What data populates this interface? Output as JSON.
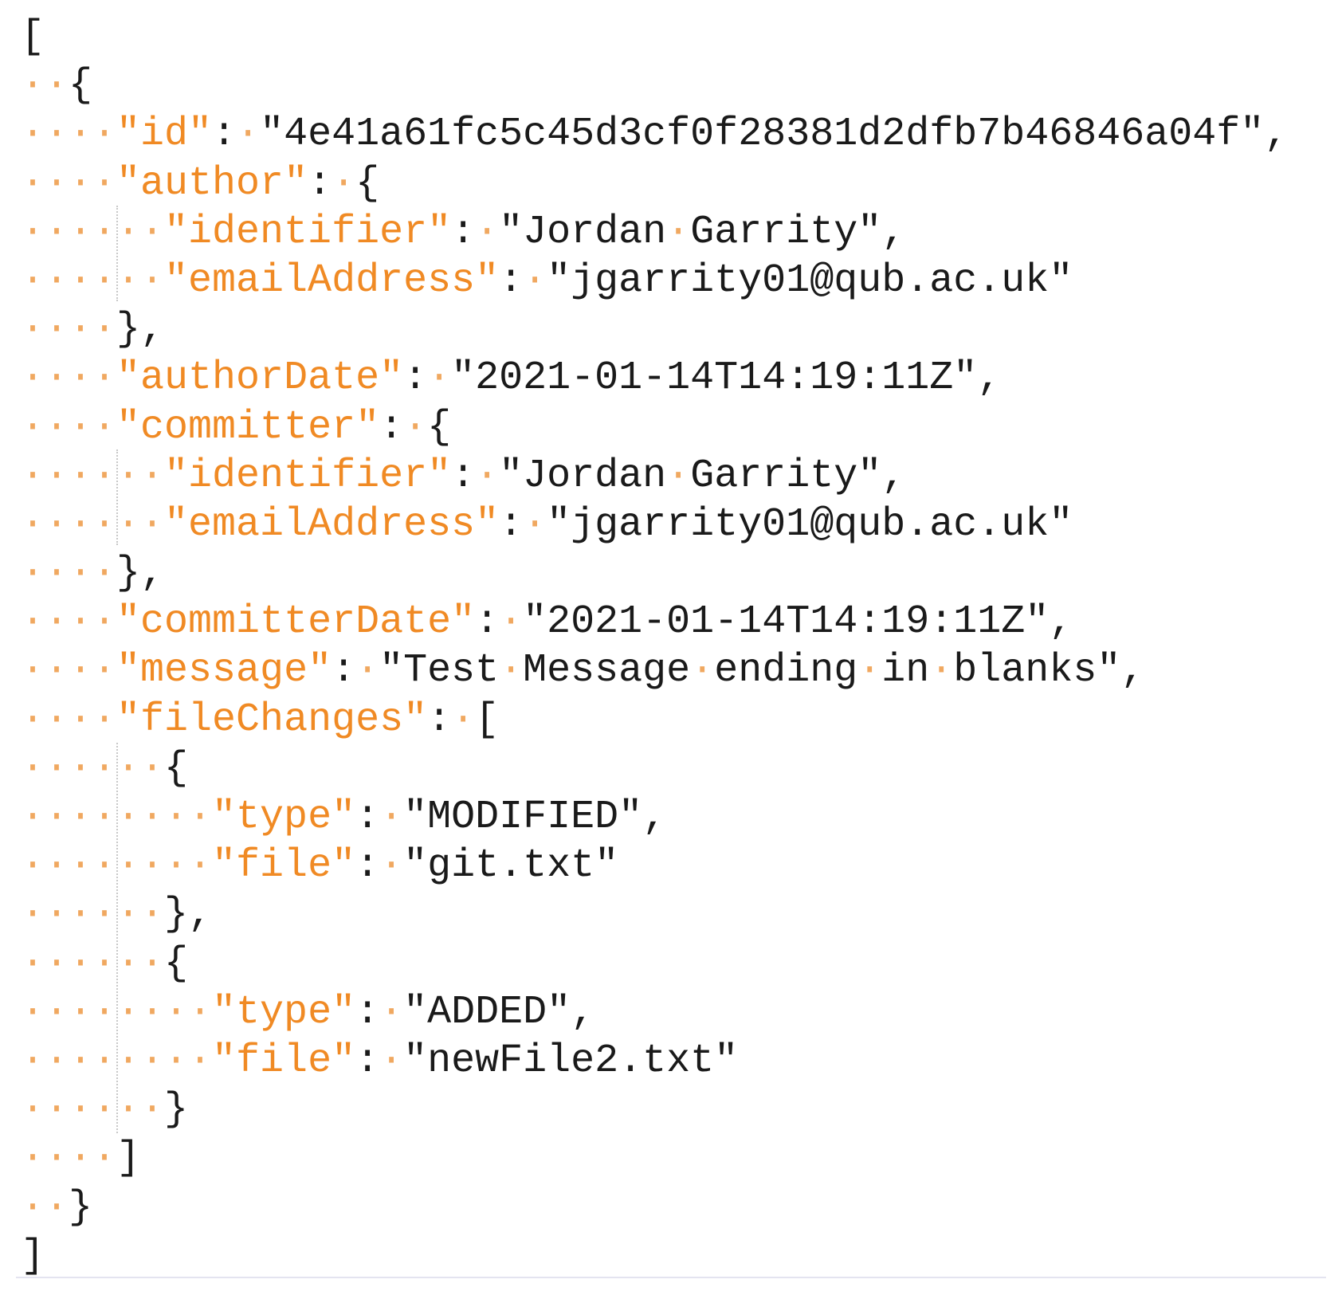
{
  "accent_colors": {
    "key": "#f08a24",
    "whitespace_marker": "#f0a860",
    "value": "#1a1a1a",
    "indent_guide": "#c8c8c8"
  },
  "whitespace_glyph": "·",
  "json_document": {
    "lines": [
      [
        {
          "t": "p",
          "v": "["
        }
      ],
      [
        {
          "t": "w",
          "v": "··"
        },
        {
          "t": "p",
          "v": "{"
        }
      ],
      [
        {
          "t": "w",
          "v": "····"
        },
        {
          "t": "k",
          "v": "\"id\""
        },
        {
          "t": "p",
          "v": ":"
        },
        {
          "t": "w",
          "v": "·"
        },
        {
          "t": "s",
          "v": "\"4e41a61fc5c45d3cf0f28381d2dfb7b46846a04f\""
        },
        {
          "t": "p",
          "v": ","
        }
      ],
      [
        {
          "t": "w",
          "v": "····"
        },
        {
          "t": "k",
          "v": "\"author\""
        },
        {
          "t": "p",
          "v": ":"
        },
        {
          "t": "w",
          "v": "·"
        },
        {
          "t": "p",
          "v": "{"
        }
      ],
      [
        {
          "t": "w",
          "v": "······"
        },
        {
          "t": "k",
          "v": "\"identifier\""
        },
        {
          "t": "p",
          "v": ":"
        },
        {
          "t": "w",
          "v": "·"
        },
        {
          "t": "s",
          "v": "\"Jordan"
        },
        {
          "t": "w",
          "v": "·"
        },
        {
          "t": "s",
          "v": "Garrity\""
        },
        {
          "t": "p",
          "v": ","
        }
      ],
      [
        {
          "t": "w",
          "v": "······"
        },
        {
          "t": "k",
          "v": "\"emailAddress\""
        },
        {
          "t": "p",
          "v": ":"
        },
        {
          "t": "w",
          "v": "·"
        },
        {
          "t": "s",
          "v": "\"jgarrity01@qub.ac.uk\""
        }
      ],
      [
        {
          "t": "w",
          "v": "····"
        },
        {
          "t": "p",
          "v": "},"
        }
      ],
      [
        {
          "t": "w",
          "v": "····"
        },
        {
          "t": "k",
          "v": "\"authorDate\""
        },
        {
          "t": "p",
          "v": ":"
        },
        {
          "t": "w",
          "v": "·"
        },
        {
          "t": "s",
          "v": "\"2021-01-14T14:19:11Z\""
        },
        {
          "t": "p",
          "v": ","
        }
      ],
      [
        {
          "t": "w",
          "v": "····"
        },
        {
          "t": "k",
          "v": "\"committer\""
        },
        {
          "t": "p",
          "v": ":"
        },
        {
          "t": "w",
          "v": "·"
        },
        {
          "t": "p",
          "v": "{"
        }
      ],
      [
        {
          "t": "w",
          "v": "······"
        },
        {
          "t": "k",
          "v": "\"identifier\""
        },
        {
          "t": "p",
          "v": ":"
        },
        {
          "t": "w",
          "v": "·"
        },
        {
          "t": "s",
          "v": "\"Jordan"
        },
        {
          "t": "w",
          "v": "·"
        },
        {
          "t": "s",
          "v": "Garrity\""
        },
        {
          "t": "p",
          "v": ","
        }
      ],
      [
        {
          "t": "w",
          "v": "······"
        },
        {
          "t": "k",
          "v": "\"emailAddress\""
        },
        {
          "t": "p",
          "v": ":"
        },
        {
          "t": "w",
          "v": "·"
        },
        {
          "t": "s",
          "v": "\"jgarrity01@qub.ac.uk\""
        }
      ],
      [
        {
          "t": "w",
          "v": "····"
        },
        {
          "t": "p",
          "v": "},"
        }
      ],
      [
        {
          "t": "w",
          "v": "····"
        },
        {
          "t": "k",
          "v": "\"committerDate\""
        },
        {
          "t": "p",
          "v": ":"
        },
        {
          "t": "w",
          "v": "·"
        },
        {
          "t": "s",
          "v": "\"2021-01-14T14:19:11Z\""
        },
        {
          "t": "p",
          "v": ","
        }
      ],
      [
        {
          "t": "w",
          "v": "····"
        },
        {
          "t": "k",
          "v": "\"message\""
        },
        {
          "t": "p",
          "v": ":"
        },
        {
          "t": "w",
          "v": "·"
        },
        {
          "t": "s",
          "v": "\"Test"
        },
        {
          "t": "w",
          "v": "·"
        },
        {
          "t": "s",
          "v": "Message"
        },
        {
          "t": "w",
          "v": "·"
        },
        {
          "t": "s",
          "v": "ending"
        },
        {
          "t": "w",
          "v": "·"
        },
        {
          "t": "s",
          "v": "in"
        },
        {
          "t": "w",
          "v": "·"
        },
        {
          "t": "s",
          "v": "blanks\""
        },
        {
          "t": "p",
          "v": ","
        }
      ],
      [
        {
          "t": "w",
          "v": "····"
        },
        {
          "t": "k",
          "v": "\"fileChanges\""
        },
        {
          "t": "p",
          "v": ":"
        },
        {
          "t": "w",
          "v": "·"
        },
        {
          "t": "p",
          "v": "["
        }
      ],
      [
        {
          "t": "w",
          "v": "······"
        },
        {
          "t": "p",
          "v": "{"
        }
      ],
      [
        {
          "t": "w",
          "v": "········"
        },
        {
          "t": "k",
          "v": "\"type\""
        },
        {
          "t": "p",
          "v": ":"
        },
        {
          "t": "w",
          "v": "·"
        },
        {
          "t": "s",
          "v": "\"MODIFIED\""
        },
        {
          "t": "p",
          "v": ","
        }
      ],
      [
        {
          "t": "w",
          "v": "········"
        },
        {
          "t": "k",
          "v": "\"file\""
        },
        {
          "t": "p",
          "v": ":"
        },
        {
          "t": "w",
          "v": "·"
        },
        {
          "t": "s",
          "v": "\"git.txt\""
        }
      ],
      [
        {
          "t": "w",
          "v": "······"
        },
        {
          "t": "p",
          "v": "},"
        }
      ],
      [
        {
          "t": "w",
          "v": "······"
        },
        {
          "t": "p",
          "v": "{"
        }
      ],
      [
        {
          "t": "w",
          "v": "········"
        },
        {
          "t": "k",
          "v": "\"type\""
        },
        {
          "t": "p",
          "v": ":"
        },
        {
          "t": "w",
          "v": "·"
        },
        {
          "t": "s",
          "v": "\"ADDED\""
        },
        {
          "t": "p",
          "v": ","
        }
      ],
      [
        {
          "t": "w",
          "v": "········"
        },
        {
          "t": "k",
          "v": "\"file\""
        },
        {
          "t": "p",
          "v": ":"
        },
        {
          "t": "w",
          "v": "·"
        },
        {
          "t": "s",
          "v": "\"newFile2.txt\""
        }
      ],
      [
        {
          "t": "w",
          "v": "······"
        },
        {
          "t": "p",
          "v": "}"
        }
      ],
      [
        {
          "t": "w",
          "v": "····"
        },
        {
          "t": "p",
          "v": "]"
        }
      ],
      [
        {
          "t": "w",
          "v": "··"
        },
        {
          "t": "p",
          "v": "}"
        }
      ],
      [
        {
          "t": "p",
          "v": "]"
        }
      ]
    ]
  }
}
